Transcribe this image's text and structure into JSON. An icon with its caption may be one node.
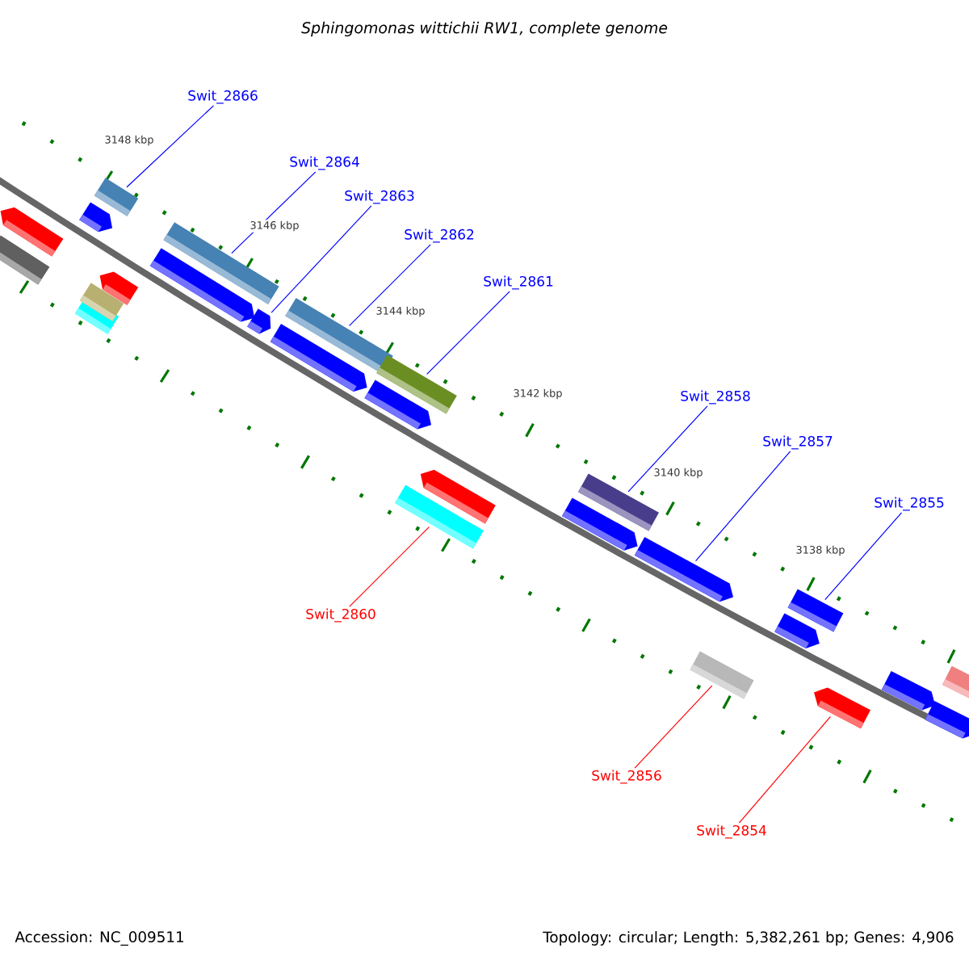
{
  "diagram": {
    "title": "Sphingomonas wittichii RW1, complete genome",
    "nodes": [
      {
        "text": [
          "Swit_2866"
        ]
      },
      {
        "text": [
          "Swit_2864"
        ]
      },
      {
        "text": [
          "Swit_2863"
        ]
      },
      {
        "text": [
          "Swit_2862"
        ]
      },
      {
        "text": [
          "Swit_2861"
        ]
      },
      {
        "text": [
          "Swit_2858"
        ]
      },
      {
        "text": [
          "Swit_2857"
        ]
      },
      {
        "text": [
          "Swit_2855"
        ]
      },
      {
        "text": [
          "Swit_2860"
        ]
      },
      {
        "text": [
          "Swit_2856"
        ]
      },
      {
        "text": [
          "Swit_2854"
        ]
      },
      {
        "text": [],
        "shape": "bar"
      },
      {
        "text": [],
        "shape": "pentagon"
      },
      {
        "text": [],
        "shape": "bar"
      },
      {
        "text": [],
        "shape": "pentagon"
      },
      {
        "text": [],
        "shape": "bar"
      },
      {
        "text": [],
        "shape": "bar"
      },
      {
        "text": [],
        "shape": "pentagon"
      },
      {
        "text": [],
        "shape": "pentagon"
      },
      {
        "text": [],
        "shape": "bar"
      },
      {
        "text": [],
        "shape": "pentagon"
      },
      {
        "text": [],
        "shape": "pentagon"
      },
      {
        "text": [],
        "shape": "bar"
      },
      {
        "text": [],
        "shape": "pentagon"
      },
      {
        "text": [],
        "shape": "bar"
      },
      {
        "text": [],
        "shape": "bar"
      },
      {
        "text": [],
        "shape": "pentagon"
      },
      {
        "text": [],
        "shape": "pentagon"
      },
      {
        "text": [],
        "shape": "bar"
      },
      {
        "text": [],
        "shape": "pentagon"
      },
      {
        "text": [],
        "shape": "bar"
      },
      {
        "text": [],
        "shape": "pentagon"
      },
      {
        "text": [],
        "shape": "bar"
      },
      {
        "text": [],
        "shape": "pentagon"
      },
      {
        "text": [],
        "shape": "pentagon"
      },
      {
        "text": [],
        "shape": "pentagon"
      },
      {
        "text": [],
        "shape": "bar"
      }
    ],
    "edges": [
      {
        "from": 0,
        "to": 16,
        "arrow": "none"
      },
      {
        "from": 1,
        "to": 19,
        "arrow": "none"
      },
      {
        "from": 2,
        "to": 20,
        "arrow": "none"
      },
      {
        "from": 3,
        "to": 22,
        "arrow": "none"
      },
      {
        "from": 4,
        "to": 24,
        "arrow": "none"
      },
      {
        "from": 5,
        "to": 28,
        "arrow": "none"
      },
      {
        "from": 6,
        "to": 29,
        "arrow": "none"
      },
      {
        "from": 7,
        "to": 32,
        "arrow": "none"
      },
      {
        "from": 8,
        "to": 25,
        "arrow": "none",
        "color": "#ff0000"
      },
      {
        "from": 9,
        "to": 30,
        "arrow": "none",
        "color": "#ff0000"
      },
      {
        "from": 10,
        "to": 33,
        "arrow": "none",
        "color": "#ff0000"
      }
    ],
    "labels": [
      "3148 kbp",
      "3146 kbp",
      "3144 kbp",
      "3142 kbp",
      "3140 kbp",
      "3138 kbp",
      "Accession: NC_009511",
      "Topology: circular; Length: 5,382,261 bp; Genes: 4,906"
    ]
  }
}
